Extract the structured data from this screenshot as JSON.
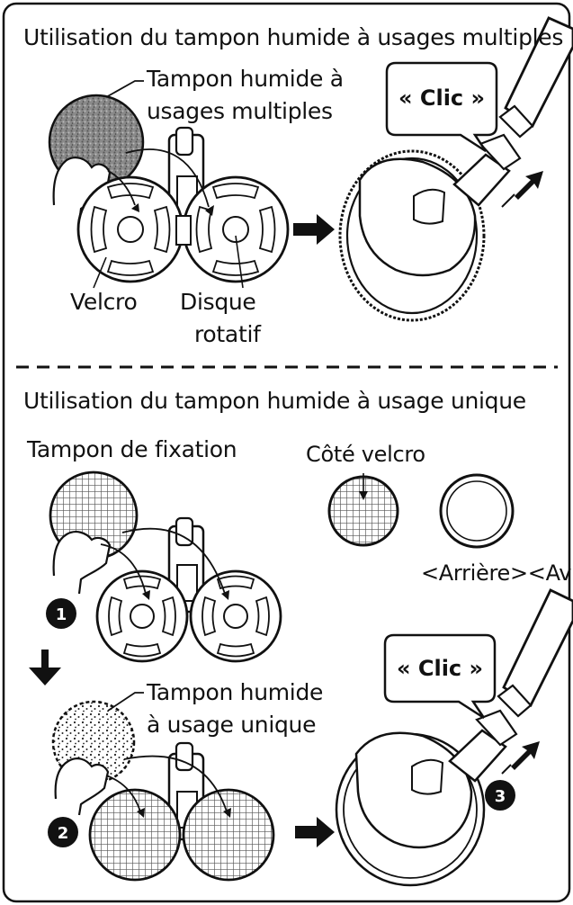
{
  "section1": {
    "title": "Utilisation du tampon humide à usages multiples",
    "pad_label_line1": "Tampon humide à",
    "pad_label_line2": "usages multiples",
    "velcro_label": "Velcro",
    "disk_label_line1": "Disque",
    "disk_label_line2": "rotatif",
    "click_label": "« Clic »"
  },
  "section2": {
    "title": "Utilisation du tampon humide à usage unique",
    "fixing_pad_label": "Tampon de fixation",
    "velcro_side_label": "Côté velcro",
    "back_front_label": "<Arrière><Av",
    "single_pad_line1": "Tampon humide",
    "single_pad_line2": "à usage unique",
    "click_label": "« Clic »",
    "steps": [
      "1",
      "2",
      "3"
    ]
  },
  "colors": {
    "ink": "#111111",
    "grey": "#9a9a9a",
    "dark": "#4a4a4a",
    "bubble_fill": "#ffffff"
  }
}
